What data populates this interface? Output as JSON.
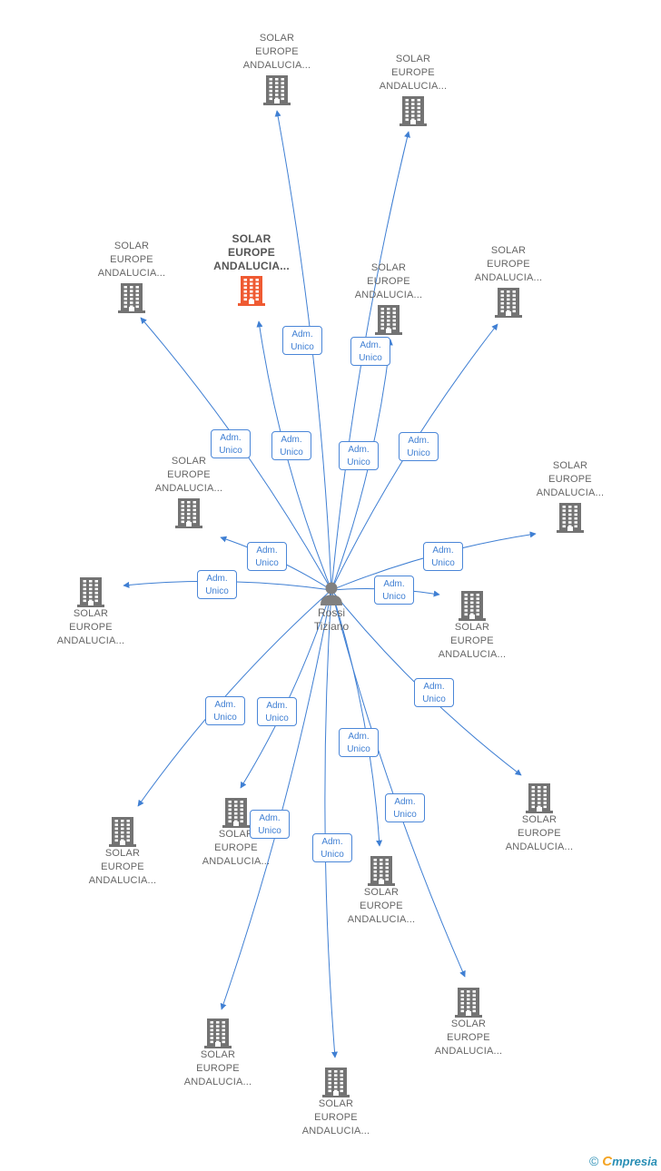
{
  "colors": {
    "edge": "#3f7fd3",
    "building": "#737373",
    "highlight": "#ef5a32",
    "person": "#808080"
  },
  "center": {
    "name_line1": "Rossi",
    "name_line2": "Tiziano",
    "icon": "person-icon"
  },
  "companies": [
    {
      "l1": "SOLAR",
      "l2": "EUROPE",
      "l3": "ANDALUCIA...",
      "highlight": false,
      "edge": "Adm.|Unico"
    },
    {
      "l1": "SOLAR",
      "l2": "EUROPE",
      "l3": "ANDALUCIA...",
      "highlight": false,
      "edge": "Adm.|Unico"
    },
    {
      "l1": "SOLAR",
      "l2": "EUROPE",
      "l3": "ANDALUCIA...",
      "highlight": false,
      "edge": "Adm.|Unico"
    },
    {
      "l1": "SOLAR",
      "l2": "EUROPE",
      "l3": "ANDALUCIA...",
      "highlight": true,
      "edge": "Adm.|Unico"
    },
    {
      "l1": "SOLAR",
      "l2": "EUROPE",
      "l3": "ANDALUCIA...",
      "highlight": false,
      "edge": "Adm.|Unico"
    },
    {
      "l1": "SOLAR",
      "l2": "EUROPE",
      "l3": "ANDALUCIA...",
      "highlight": false,
      "edge": "Adm.|Unico"
    },
    {
      "l1": "SOLAR",
      "l2": "EUROPE",
      "l3": "ANDALUCIA...",
      "highlight": false,
      "edge": "Adm.|Unico"
    },
    {
      "l1": "SOLAR",
      "l2": "EUROPE",
      "l3": "ANDALUCIA...",
      "highlight": false,
      "edge": "Adm.|Unico"
    },
    {
      "l1": "SOLAR",
      "l2": "EUROPE",
      "l3": "ANDALUCIA...",
      "highlight": false,
      "edge": "Adm.|Unico"
    },
    {
      "l1": "SOLAR",
      "l2": "EUROPE",
      "l3": "ANDALUCIA...",
      "highlight": false,
      "edge": "Adm.|Unico"
    },
    {
      "l1": "SOLAR",
      "l2": "EUROPE",
      "l3": "ANDALUCIA...",
      "highlight": false,
      "edge": "Adm.|Unico"
    },
    {
      "l1": "SOLAR",
      "l2": "EUROPE",
      "l3": "ANDALUCIA...",
      "highlight": false,
      "edge": "Adm.|Unico"
    },
    {
      "l1": "SOLAR",
      "l2": "EUROPE",
      "l3": "ANDALUCIA...",
      "highlight": false,
      "edge": "Adm.|Unico"
    },
    {
      "l1": "SOLAR",
      "l2": "EUROPE",
      "l3": "ANDALUCIA...",
      "highlight": false,
      "edge": "Adm.|Unico"
    },
    {
      "l1": "SOLAR",
      "l2": "EUROPE",
      "l3": "ANDALUCIA...",
      "highlight": false,
      "edge": "Adm.|Unico"
    },
    {
      "l1": "SOLAR",
      "l2": "EUROPE",
      "l3": "ANDALUCIA...",
      "highlight": false,
      "edge": "Adm.|Unico"
    },
    {
      "l1": "SOLAR",
      "l2": "EUROPE",
      "l3": "ANDALUCIA...",
      "highlight": false,
      "edge": "Adm.|Unico"
    },
    {
      "l1": "SOLAR",
      "l2": "EUROPE",
      "l3": "ANDALUCIA...",
      "highlight": false,
      "edge": "Adm.|Unico"
    }
  ],
  "footer": {
    "copyright": "©",
    "brand_first": "C",
    "brand_rest": "mpresia"
  }
}
